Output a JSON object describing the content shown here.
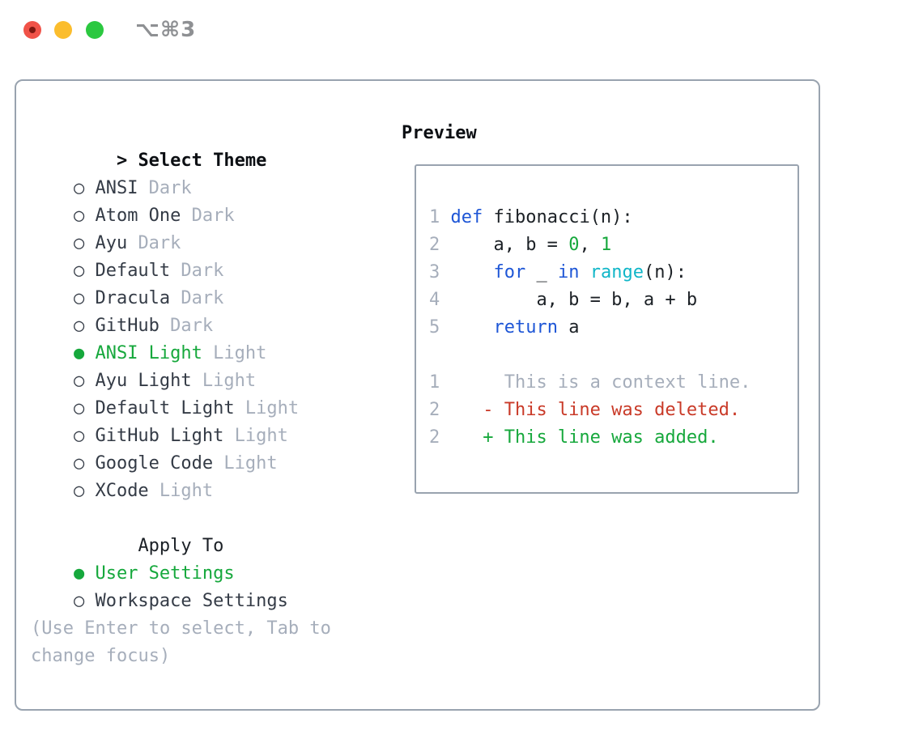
{
  "titlebar": {
    "shortcut": "⌥⌘3"
  },
  "glyphs": {
    "prompt": ">",
    "radio_on": "●",
    "radio_off": "○"
  },
  "colors": {
    "fg": "#343b46",
    "code_fg": "#1c2126",
    "muted": "#a6aebb",
    "green": "#16a83c",
    "blue": "#1e56d6",
    "cyan": "#10b6c8",
    "red": "#c93a28",
    "border": "#99a3af",
    "titlebar_gray": "#8e9093",
    "traffic_red": "#f05248",
    "traffic_red_dot": "#7e1710",
    "traffic_yellow": "#fbbd2d",
    "traffic_green": "#2bc840"
  },
  "theme_list": {
    "title": "Select Theme",
    "items": [
      {
        "name": "ANSI",
        "tag": "Dark",
        "selected": false
      },
      {
        "name": "Atom One",
        "tag": "Dark",
        "selected": false
      },
      {
        "name": "Ayu",
        "tag": "Dark",
        "selected": false
      },
      {
        "name": "Default",
        "tag": "Dark",
        "selected": false
      },
      {
        "name": "Dracula",
        "tag": "Dark",
        "selected": false
      },
      {
        "name": "GitHub",
        "tag": "Dark",
        "selected": false
      },
      {
        "name": "ANSI Light",
        "tag": "Light",
        "selected": true
      },
      {
        "name": "Ayu Light",
        "tag": "Light",
        "selected": false
      },
      {
        "name": "Default Light",
        "tag": "Light",
        "selected": false
      },
      {
        "name": "GitHub Light",
        "tag": "Light",
        "selected": false
      },
      {
        "name": "Google Code",
        "tag": "Light",
        "selected": false
      },
      {
        "name": "XCode",
        "tag": "Light",
        "selected": false
      }
    ]
  },
  "apply_to": {
    "title": "Apply To",
    "options": [
      {
        "label": "User Settings",
        "selected": true
      },
      {
        "label": "Workspace Settings",
        "selected": false
      }
    ]
  },
  "hint": "(Use Enter to select, Tab to\nchange focus)",
  "preview": {
    "title": "Preview",
    "lines": [
      {
        "n": "1",
        "tokens": [
          [
            "fg",
            " "
          ],
          [
            "blue",
            "def"
          ],
          [
            "fg",
            " fibonacci(n):"
          ]
        ]
      },
      {
        "n": "2",
        "tokens": [
          [
            "fg",
            "     a, b = "
          ],
          [
            "green",
            "0"
          ],
          [
            "fg",
            ", "
          ],
          [
            "green",
            "1"
          ]
        ]
      },
      {
        "n": "3",
        "tokens": [
          [
            "fg",
            "     "
          ],
          [
            "blue",
            "for"
          ],
          [
            "fg",
            " _ "
          ],
          [
            "blue",
            "in"
          ],
          [
            "fg",
            " "
          ],
          [
            "cyan",
            "range"
          ],
          [
            "fg",
            "(n):"
          ]
        ]
      },
      {
        "n": "4",
        "tokens": [
          [
            "fg",
            "         a, b = b, a + b"
          ]
        ]
      },
      {
        "n": "5",
        "tokens": [
          [
            "fg",
            "     "
          ],
          [
            "blue",
            "return"
          ],
          [
            "fg",
            " a"
          ]
        ]
      },
      {
        "n": "",
        "tokens": []
      },
      {
        "n": "1",
        "tokens": [
          [
            "gray",
            "      This is a context line."
          ]
        ]
      },
      {
        "n": "2",
        "tokens": [
          [
            "red",
            "    - This line was deleted."
          ]
        ]
      },
      {
        "n": "2",
        "tokens": [
          [
            "green",
            "    + This line was added."
          ]
        ]
      }
    ]
  }
}
